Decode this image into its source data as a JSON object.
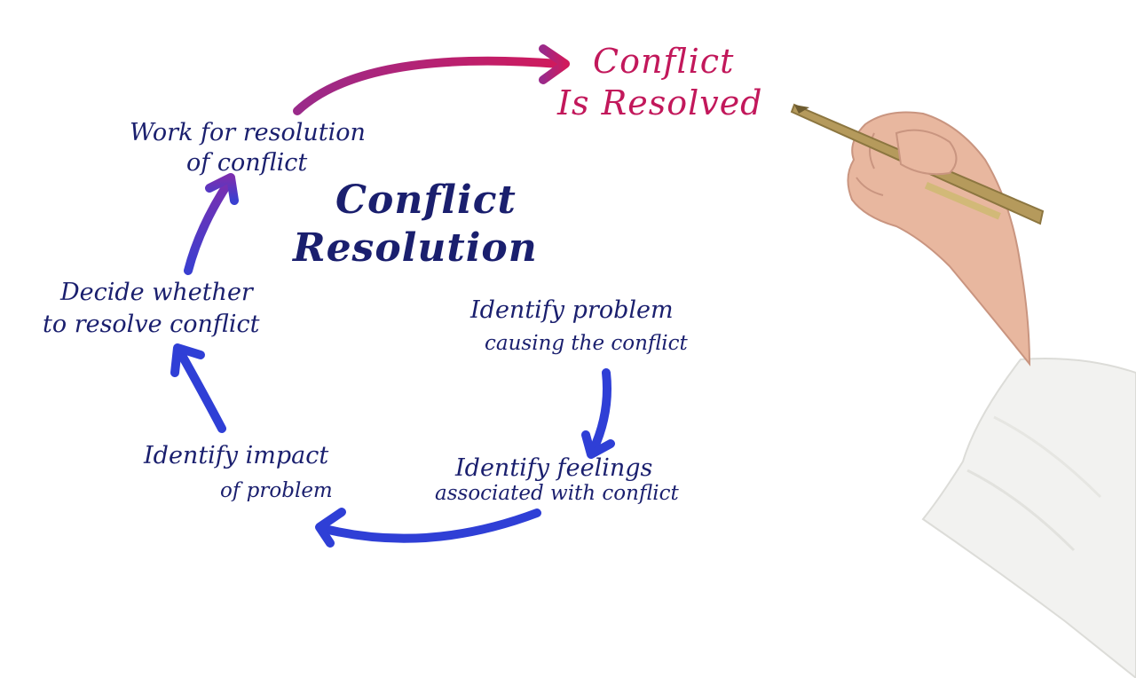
{
  "title": {
    "line1": "Conflict",
    "line2": "Resolution"
  },
  "outcome": {
    "line1": "Conflict",
    "line2": "Is Resolved"
  },
  "steps": [
    {
      "line1": "Identify  problem",
      "line2": "causing the conflict"
    },
    {
      "line1": "Identify feelings",
      "line2": "associated with conflict"
    },
    {
      "line1": "Identify impact",
      "line2": "of problem"
    },
    {
      "line1": "Decide whether",
      "line2": "to resolve conflict"
    },
    {
      "line1": "Work for resolution",
      "line2": "of conflict"
    }
  ],
  "colors": {
    "text": "#1a1f6e",
    "outcome": "#c2185b",
    "arrow_blue": "#2f3fd6",
    "arrow_purple": "#7a3ab8",
    "arrow_pink": "#c2185b"
  }
}
